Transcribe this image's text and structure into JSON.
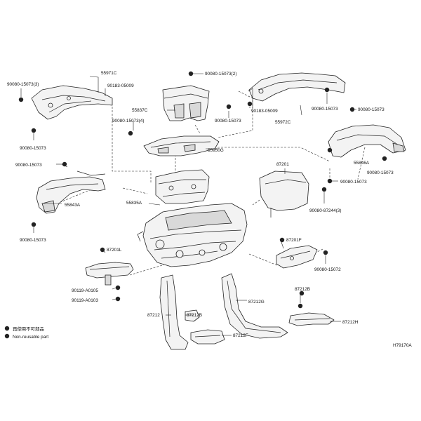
{
  "diagram_code": "H79170A",
  "legend": {
    "jp": "再使用不可部品",
    "en": "Non-reusable part"
  },
  "labels": {
    "l55971C": "55971C",
    "l90183_05009_a": "90183-05009",
    "l90080_15073_3": "90080-15073(3)",
    "l90080_15073_2": "90080-15073(2)",
    "l55837C": "55837C",
    "l90080_15073_4": "90080-15073(4)",
    "l90080_15073_a": "90080-15073",
    "l90080_15073_b": "90080-15073",
    "l90183_05009_b": "90183-05009",
    "l90080_15073_c": "90080-15073",
    "l90080_15073_d": "90080-15073",
    "l55972C": "55972C",
    "l55950G": "55950G",
    "l90080_15073_e": "90080-15073",
    "l55846A": "55846A",
    "l90080_15073_f": "90080-15073",
    "l87201": "87201",
    "l90080_15073_g": "90080-15073",
    "l55843A": "55843A",
    "l55835A": "55835A",
    "l90080_87244": "90080-87244(3)",
    "l90080_15073_h": "90080-15073",
    "l87201L": "87201L",
    "l87201F": "87201F",
    "l90080_15072": "90080-15072",
    "l90119_A0105": "90119-A0105",
    "l90119_A0103": "90119-A0103",
    "l87212B_a": "87212B",
    "l87212G": "87212G",
    "l87212": "87212",
    "l87212B_b": "87212B",
    "l87212H": "87212H",
    "l87212F": "87212F"
  }
}
